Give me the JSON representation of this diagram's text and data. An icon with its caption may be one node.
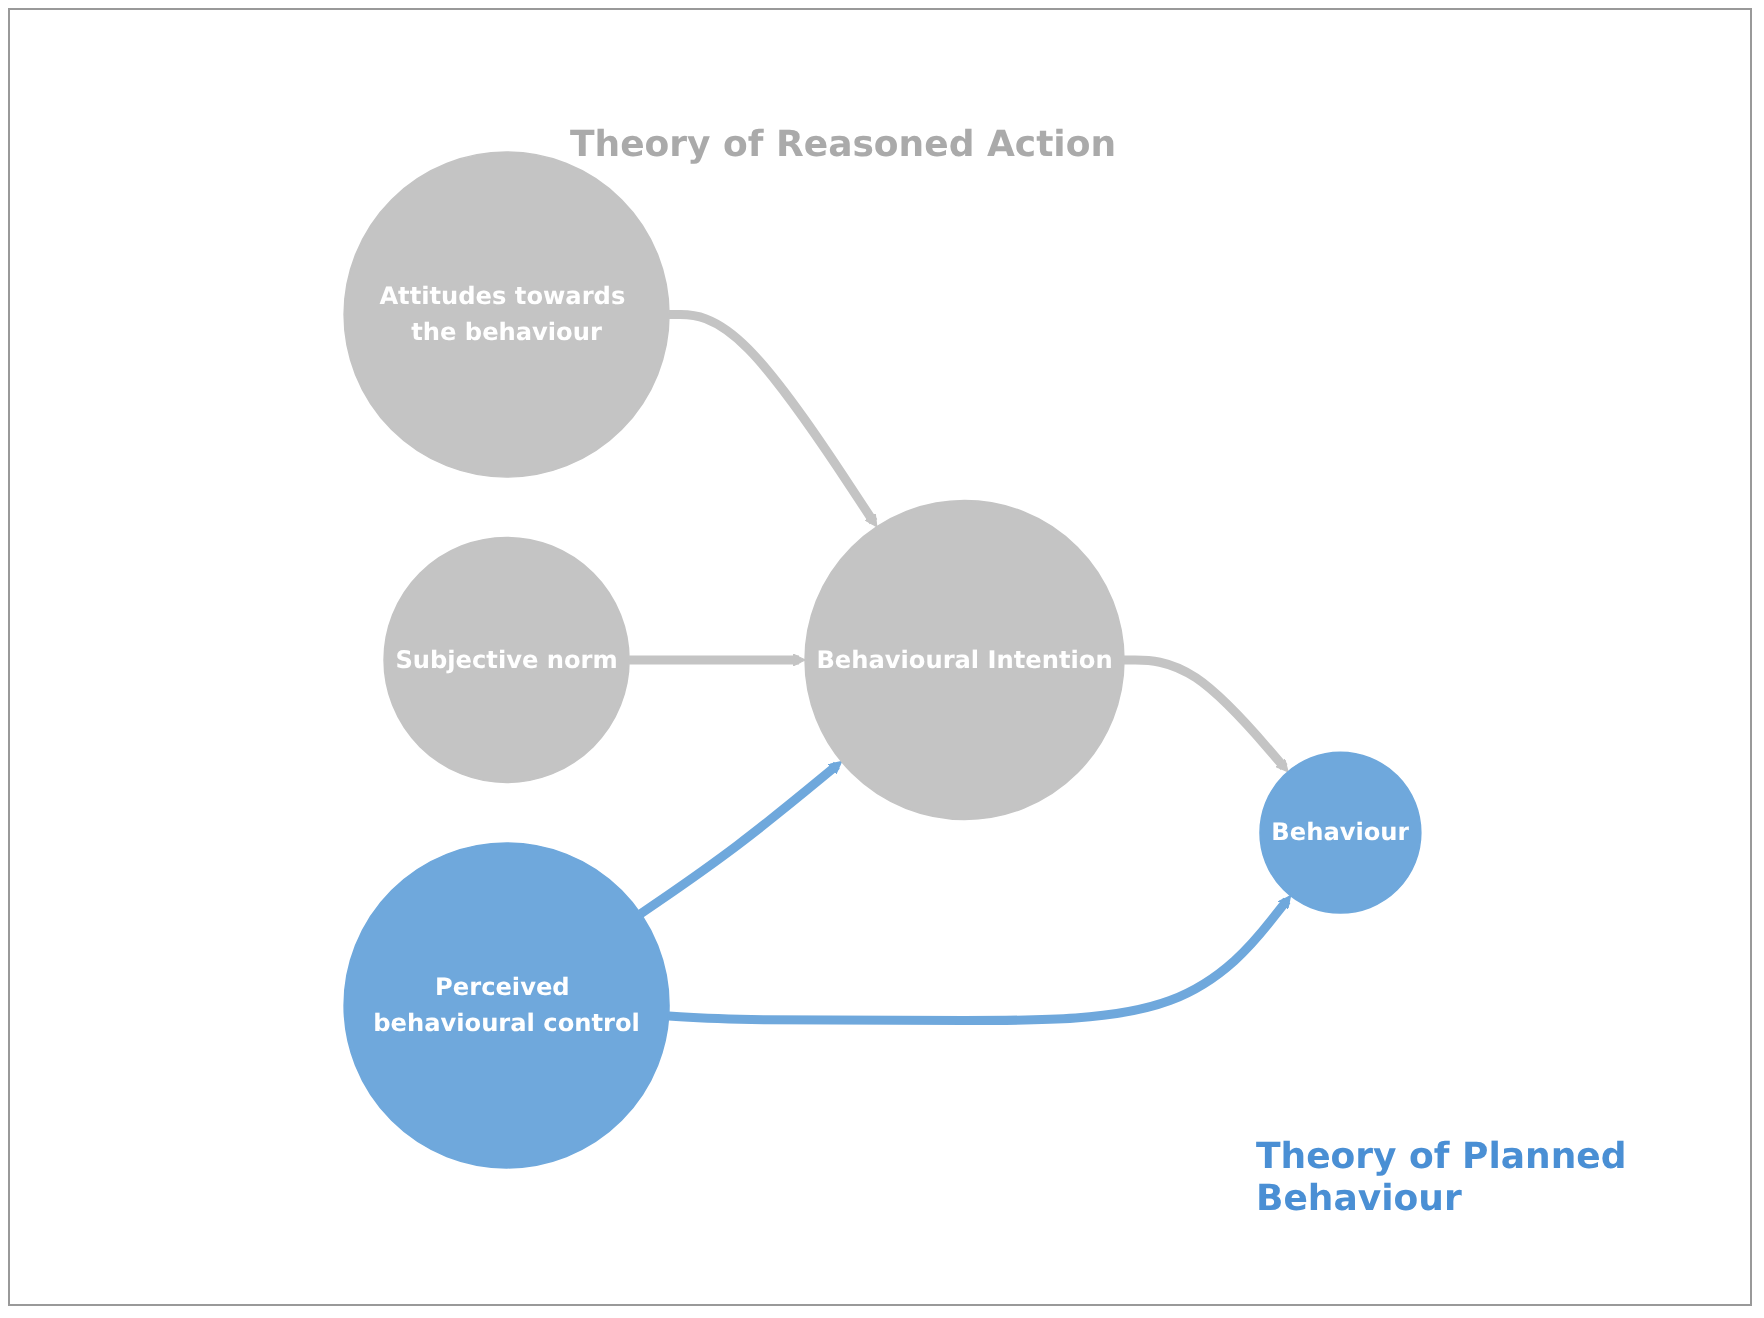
{
  "diagram": {
    "nodes": [
      {
        "text": [
          "Attitudes towards the behaviour"
        ]
      },
      {
        "text": [
          "Subjective norm"
        ]
      },
      {
        "text": [
          "Behavioural Intention"
        ]
      },
      {
        "text": [
          "Behaviour"
        ]
      },
      {
        "text": [
          "Perceived behavioural control"
        ]
      }
    ],
    "edges": [
      {
        "from": 0,
        "to": 2,
        "arrow": "to"
      },
      {
        "from": 1,
        "to": 2,
        "arrow": "to"
      },
      {
        "from": 2,
        "to": 3,
        "arrow": "to"
      },
      {
        "from": 4,
        "to": 2,
        "arrow": "to",
        "color": "#6fa8dc"
      },
      {
        "from": 4,
        "to": 3,
        "arrow": "to",
        "color": "#6fa8dc"
      }
    ],
    "labels": [
      "Theory of Reasoned Action",
      "Theory of Planned Behaviour"
    ]
  }
}
